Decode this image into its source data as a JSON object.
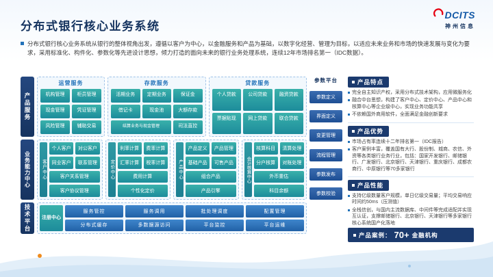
{
  "logo": {
    "brand": "DCITS",
    "company": "神州信息"
  },
  "title": "分布式银行核心业务系统",
  "intro": "分布式银行核心业务系统从银行的整体视角出发，遵循以客户为中心，以金融服务和产品为基础，以数字化经营、管理为目标，以适应未来业务和市场的快速发展与变化为要求，采用标准化、构件化、参数化等先进设计思想，倾力打造的面向未来的银行业务处理系统，连续12年市场排名第一（IDC数据）。",
  "diagram": {
    "layers": {
      "products": "产品服务",
      "centers": "业务能力中心",
      "tech": "技术平台"
    },
    "product_groups": [
      {
        "title": "运营服务",
        "items": [
          "机构管理",
          "柜员管理",
          "现金管理",
          "凭证管理",
          "风险管理",
          "辅助交易"
        ]
      },
      {
        "title": "存款服务",
        "items": [
          "活期业务",
          "定期业务",
          "保证金",
          "借记卡",
          "现金池",
          "大额存款",
          "结算业务与现金管理",
          "司法直控"
        ]
      },
      {
        "title": "贷款服务",
        "items": [
          "个人贷款",
          "公司贷款",
          "融资贷款",
          "票据贴现",
          "网上贷款",
          "联合贷款"
        ]
      }
    ],
    "param_platform": {
      "title": "参数平台",
      "items": [
        "参数定义",
        "界面定义",
        "变更管理",
        "流程管理",
        "参数发布",
        "参数校验"
      ]
    },
    "centers": [
      {
        "tab": "客户中心",
        "items": [
          "个人客户",
          "对公客户",
          "同业客户",
          "联系管理",
          "客户关系管理",
          "客户协议管理"
        ]
      },
      {
        "tab": "定价中心",
        "items": [
          "利率计算",
          "费率计算",
          "汇率计算",
          "税率计算",
          "费用计算",
          "个性化定价"
        ]
      },
      {
        "tab": "产品中心",
        "items": [
          "产品定义",
          "产品管理",
          "基础产品",
          "可售产品",
          "组合产品",
          "产品引擎"
        ]
      },
      {
        "tab": "会计核算中心",
        "items": [
          "核算科目",
          "清算处理",
          "分户核算",
          "对账处理",
          "外币重估",
          "科目余额"
        ]
      }
    ],
    "tech": {
      "registry": "注册中心",
      "items": [
        "服务管控",
        "服务调用",
        "批处理调度",
        "配置管理",
        "分布式缓存",
        "多数据源访问",
        "平台监控",
        "平台运维"
      ]
    }
  },
  "panel": {
    "sections": [
      {
        "title": "产品特点",
        "bullets": [
          "完全自主知识产权，采用分布式技术架构，应用微服务化",
          "融合中台思想，构建了客户中心、定价中心、产品中心和核算中心等企业级中心，实现业务功能共享",
          "不依赖国外商用软件，全面满足金融创新要求"
        ]
      },
      {
        "title": "产品优势",
        "bullets": [
          "市场占有率连续十二年排名第一（IDC报告）",
          "客户案例丰富，覆盖国有大行、股份制、城商、农信、外资等各类银行业务行业，包括：国家开发银行、邮储银行、广发银行、北京银行、天津银行、重庆银行、成都农商行、中原银行等70多家银行"
        ]
      },
      {
        "title": "产品性能",
        "bullets": [
          "支持亿级数量客户规模，单日亿级交易量；平均交易响应时间约50ms（压测值）",
          "全栈信创，与国内主流数据库、中间件等完成适配并实现互认证，支撑邮储银行、北京银行、天津银行等多家银行核心系统国产化落地"
        ]
      }
    ],
    "case": {
      "label": "产品案例：",
      "value": "70+",
      "suffix": "金融机构"
    }
  },
  "colors": {
    "navy": "#1b3a6e",
    "blue": "#2e75b6",
    "teal": "#2aa3a3",
    "red": "#e60012"
  }
}
